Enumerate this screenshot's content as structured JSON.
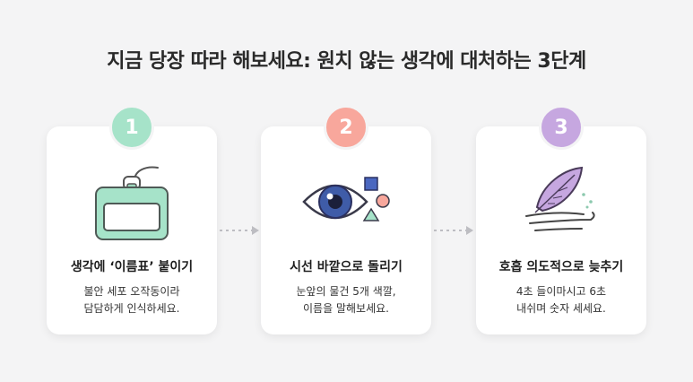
{
  "title": "지금 당장 따라 해보세요: 원치 않는 생각에 대처하는 3단계",
  "steps": [
    {
      "number": "1",
      "title": "생각에 ‘이름표’ 붙이기",
      "desc": [
        "불안 세포 오작동이라",
        "담담하게 인식하세요."
      ],
      "icon": "name-tag-icon",
      "color": "#a6e3c9"
    },
    {
      "number": "2",
      "title": "시선 바깥으로 돌리기",
      "desc": [
        "눈앞의 물건 5개 색깔,",
        "이름을 말해보세요."
      ],
      "icon": "eye-shapes-icon",
      "color": "#f8a79c"
    },
    {
      "number": "3",
      "title": "호흡 의도적으로 늦추기",
      "desc": [
        "4초 들이마시고 6초",
        "내쉬며 숫자 세세요."
      ],
      "icon": "feather-breath-icon",
      "color": "#c6a7e0"
    }
  ]
}
